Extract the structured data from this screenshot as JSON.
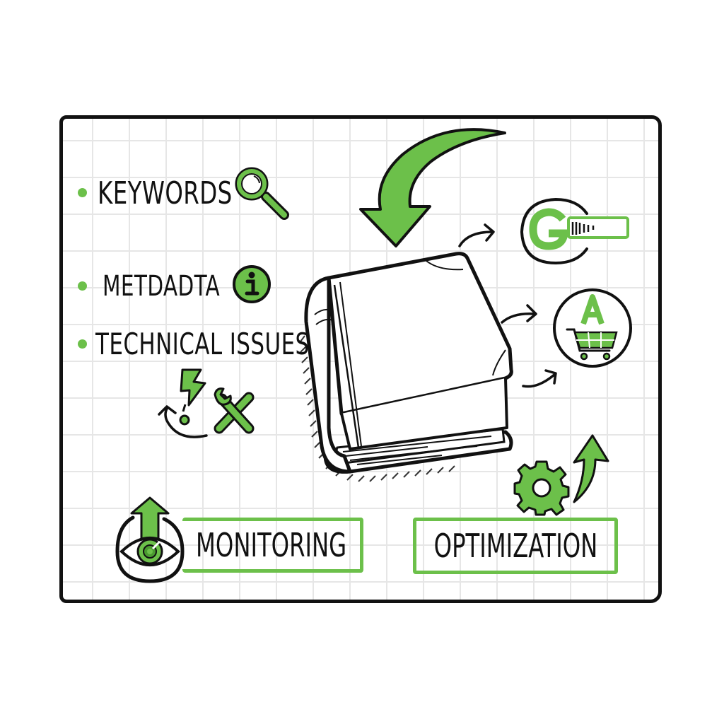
{
  "diagram": {
    "colors": {
      "accent_green": "#6cc04a",
      "outline": "#111111",
      "grid": "#e6e6e6",
      "background": "#ffffff"
    },
    "checklist": [
      {
        "label": "KEYWORDS",
        "icon": "magnifying-glass-icon"
      },
      {
        "label": "METDADTA",
        "icon": "info-icon"
      },
      {
        "label": "TECHNICAL ISSUES",
        "icon": "lightning-warning-wrench-icon"
      }
    ],
    "center": {
      "icon": "book-icon",
      "incoming_arrow": "curved-down-arrow-icon"
    },
    "outputs": [
      {
        "icon": "google-search-bar-icon",
        "glyph": "G"
      },
      {
        "icon": "app-store-cart-icon",
        "glyph": "A"
      }
    ],
    "bottom_labels": {
      "monitoring": "MONITORING",
      "optimization": "OPTIMIZATION"
    }
  }
}
